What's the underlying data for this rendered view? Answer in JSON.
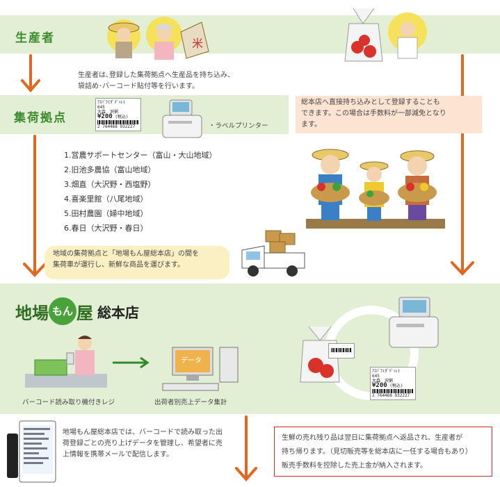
{
  "producer": {
    "title": "生産者",
    "desc_line1": "生産者は､登録した集荷拠点へ生産品を持ち込み、",
    "desc_line2": "袋詰め･バーコード貼付等を行います。"
  },
  "collection": {
    "title": "集荷拠点",
    "printer_caption": "・ラベルプリンター",
    "direct_note_line1": "総本店へ直接持ち込みとして登録することも",
    "direct_note_line2": "できます。この場合は手数料が一部減免となり",
    "direct_note_line3": "ます。",
    "points": [
      "1.営農サポートセンター（富山・大山地域）",
      "2.旧池多農協（富山地域）",
      "3.畑直（大沢野・西塩野）",
      "4.喜楽里館（八尾地域）",
      "5.田村農園（婦中地域）",
      "6.春日（大沢野・春日）"
    ],
    "truck_note_line1": "地域の集荷拠点と「地場もん屋総本店」の間を",
    "truck_note_line2": "集荷車が運行し、新鮮な商品を運びます。"
  },
  "store": {
    "logo_chiba": "地場",
    "logo_mon": "もん",
    "logo_ya": "屋",
    "logo_honten": "総本店",
    "register_caption": "バーコード読み取り機付きレジ",
    "pc_caption": "出荷者別売上データ集計",
    "pc_screen_text": "データ"
  },
  "label": {
    "line1": "ｱｽﾊﾟﾗ(ﾀﾞﾃﾞｨﾚ)",
    "line2": "645",
    "line3": "大森　沢粥",
    "price": "¥200",
    "tax": "(税込)",
    "barcode_num": "2 764468 932227"
  },
  "mail": {
    "line1": "地場もん屋総本店では、バーコードで読み取った出",
    "line2": "荷登録ごとの売り上げデータを管理し、希望者に売",
    "line3": "上情報を携帯メールで配信します。"
  },
  "settlement": {
    "line1": "生鮮の売れ残り品は翌日に集荷拠点へ返品され、生産者が",
    "line2": "持ち帰ります。（見切販売等を総本店に一任する場合もあり）",
    "line3": "販売手数料を控除した売上金が納入されます。"
  },
  "colors": {
    "band": "#e3efd5",
    "title_green": "#3b8a2e",
    "arrow_orange": "#e2661e",
    "accent_red": "#c8302b"
  }
}
